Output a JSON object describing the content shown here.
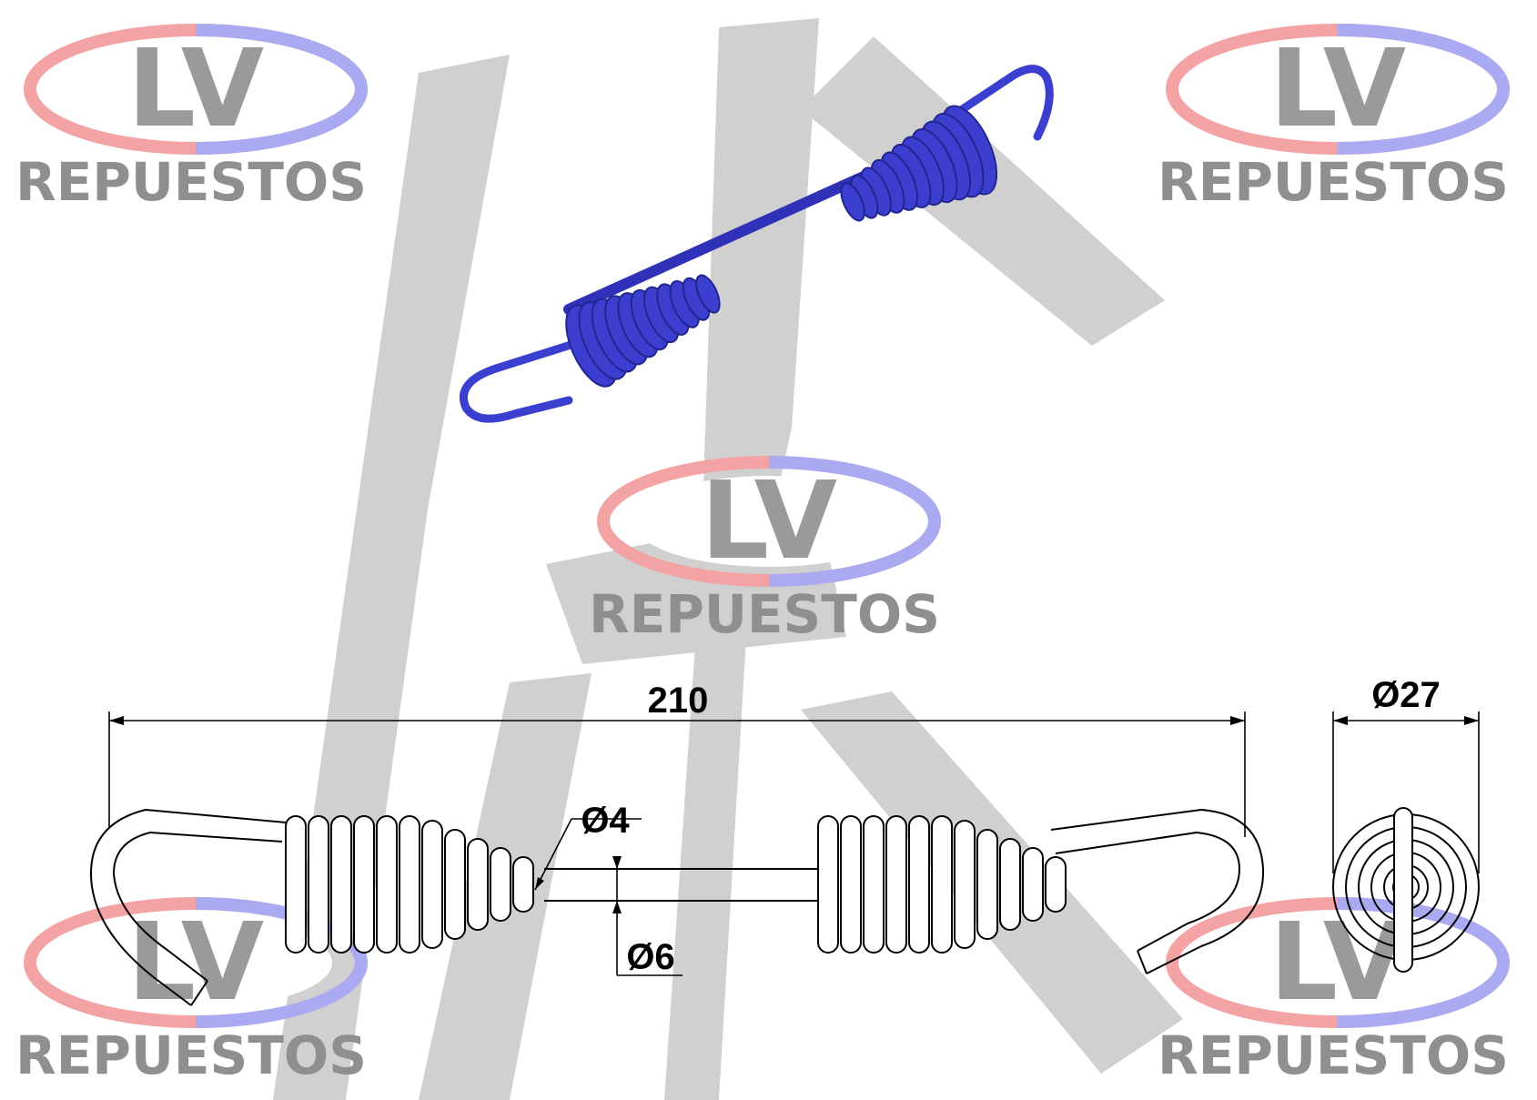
{
  "watermark": {
    "monogram": "LV",
    "word": "REPUESTOS"
  },
  "part": {
    "color": "#3b3fd0"
  },
  "dimensions": {
    "overall_length": "210",
    "wire_diameter": "Ø4",
    "shank_diameter": "Ø6",
    "coil_diameter": "Ø27"
  }
}
